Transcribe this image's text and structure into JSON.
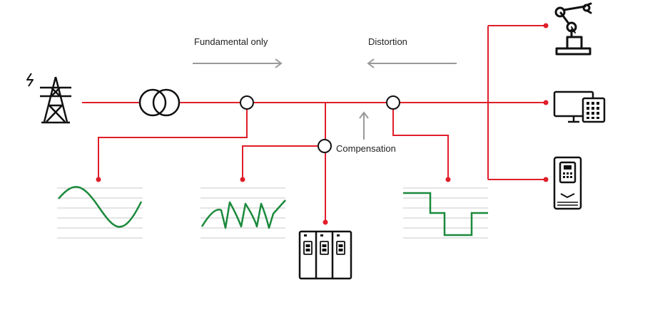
{
  "labels": {
    "fundamental": "Fundamental only",
    "distortion": "Distortion",
    "compensation": "Compensation"
  },
  "icons": {
    "grid": "power-pylon-icon",
    "transformer": "transformer-icon",
    "robot": "industrial-robot-icon",
    "computer": "computer-icon",
    "drive": "variable-speed-drive-icon",
    "filter": "active-filter-cabinet-icon"
  },
  "waveforms": [
    {
      "id": "supply",
      "shape": "sine"
    },
    {
      "id": "compensation-current",
      "shape": "sawtooth"
    },
    {
      "id": "load-current",
      "shape": "stepped-square"
    }
  ],
  "colors": {
    "line": "#e01e2a",
    "wave": "#1a8a3c",
    "arrow": "#999999",
    "icon": "#111111",
    "grid_lines": "#c8c8c8"
  }
}
